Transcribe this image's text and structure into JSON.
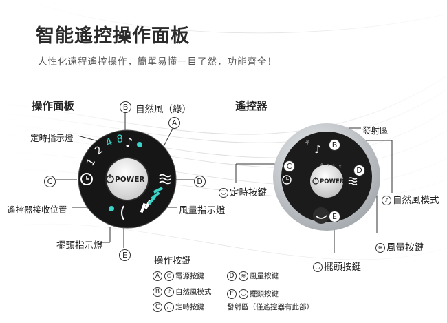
{
  "header": {
    "title": "智能遙控操作面板",
    "subtitle": "人性化遠程遙控操作，簡單易懂一目了然，功能齊全！"
  },
  "panel": {
    "section_title": "操作面板",
    "power_text": "POWER",
    "timer_digits": [
      "1",
      "2",
      "4",
      "8"
    ],
    "labels": {
      "natural_wind": "自然風（綠）",
      "timer_light": "定時指示燈",
      "receiver": "遙控器接收位置",
      "wind_light": "風量指示燈",
      "swing_light": "擺頭指示燈"
    },
    "callouts": {
      "a": "A",
      "b": "B",
      "c": "C",
      "d": "D",
      "e": "E"
    }
  },
  "remote": {
    "section_title": "遙控器",
    "power_text": "POWER",
    "labels": {
      "emitter": "發射區",
      "timer_key": "定時按鍵",
      "natural_mode": "自然風模式",
      "wind_key": "風量按鍵",
      "swing_key": "擺頭按鍵"
    },
    "callouts": {
      "b": "B",
      "c": "C",
      "d": "D",
      "e": "E"
    }
  },
  "legend": {
    "title": "操作按鍵",
    "items": [
      {
        "key": "A",
        "label": "電源按鍵"
      },
      {
        "key": "B",
        "label": "自然風模式"
      },
      {
        "key": "C",
        "label": "定時按鍵"
      },
      {
        "key": "D",
        "label": "風量按鍵"
      },
      {
        "key": "E",
        "label": "擺頭按鍵"
      }
    ],
    "emitter_note": "發射區（僅遙控器有此部）"
  },
  "colors": {
    "accent": "#3ad4c8",
    "dial": "#1a1a1a",
    "remote_ring": "#b9bdc2"
  }
}
